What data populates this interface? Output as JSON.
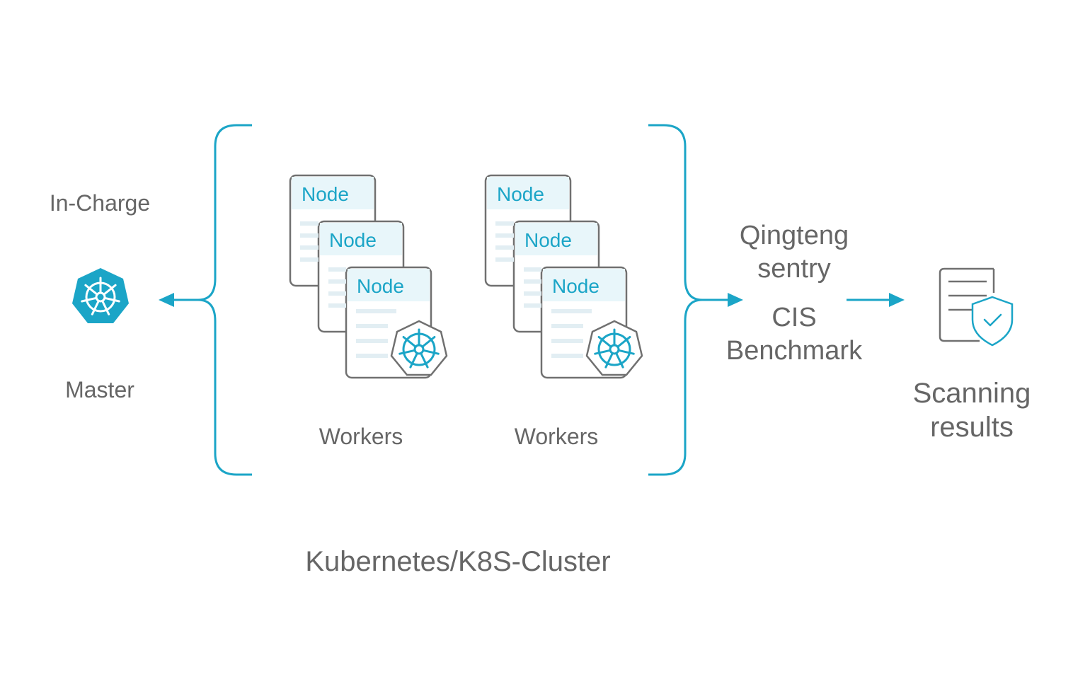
{
  "master": {
    "role_label": "In-Charge",
    "name_label": "Master",
    "icon": "kubernetes-helm-icon"
  },
  "cluster": {
    "label": "Kubernetes/K8S-Cluster",
    "worker_groups": [
      {
        "label": "Workers",
        "nodes": [
          "Node",
          "Node",
          "Node"
        ]
      },
      {
        "label": "Workers",
        "nodes": [
          "Node",
          "Node",
          "Node"
        ]
      }
    ]
  },
  "scanner": {
    "name_lines": [
      "Qingteng",
      "sentry"
    ],
    "standard_lines": [
      "CIS",
      "Benchmark"
    ]
  },
  "results": {
    "label_lines": [
      "Scanning",
      "results"
    ],
    "icon": "document-shield-check-icon"
  },
  "colors": {
    "accent": "#1ba5c7",
    "text": "#666666",
    "line_gray": "#707070",
    "node_header_fill": "#e8f6fa"
  }
}
